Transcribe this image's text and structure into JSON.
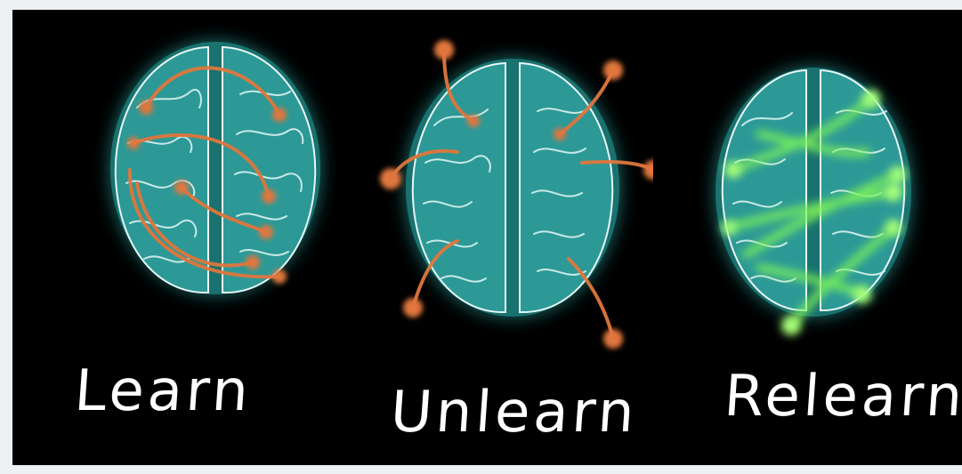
{
  "captions": {
    "learn": "Learn",
    "unlearn": "Unlearn",
    "relearn": "Relearn"
  },
  "colors": {
    "background": "#000000",
    "page": "#eef0f4",
    "brain_fill": "#2c8f8c",
    "brain_glow": "#3fc4c0",
    "brain_outline": "#e8f6f5",
    "connection_orange": "#e0763c",
    "connection_green": "#7cf25a",
    "caption": "#ffffff"
  },
  "icons": {
    "learn": "brain-icon",
    "unlearn": "brain-icon",
    "relearn": "brain-icon"
  }
}
